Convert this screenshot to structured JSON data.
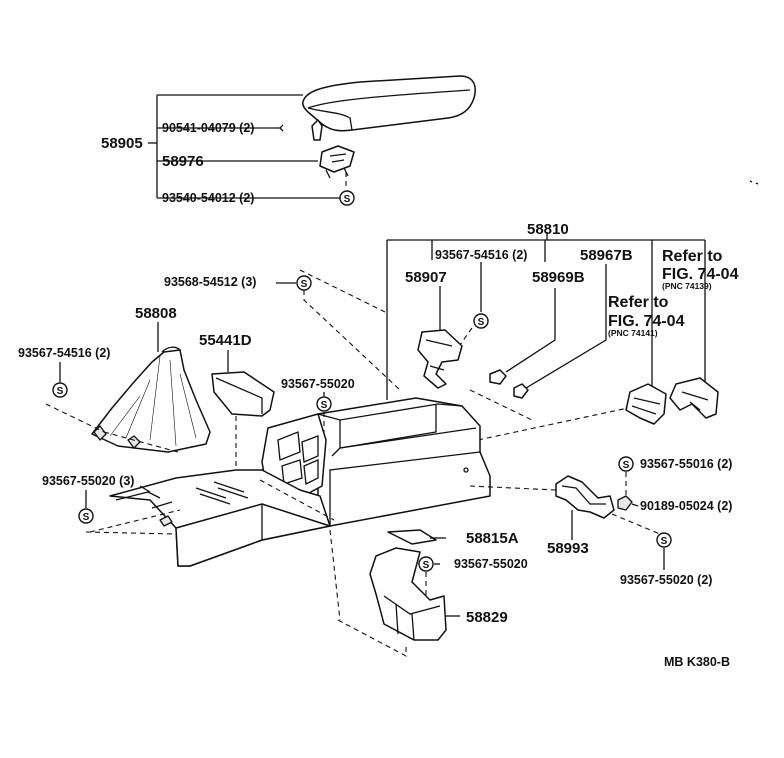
{
  "labels": {
    "p58905": "58905",
    "p90541": "90541-04079 (2)",
    "p58976": "58976",
    "p93540": "93540-54012 (2)",
    "p58810": "58810",
    "p93567_54516_top": "93567-54516 (2)",
    "p58967b": "58967B",
    "p93568": "93568-54512 (3)",
    "p58907": "58907",
    "p58969b": "58969B",
    "p58808": "58808",
    "p55441d": "55441D",
    "p93567_54516_left": "93567-54516 (2)",
    "p93567_55020_mid": "93567-55020",
    "p93567_55020_3": "93567-55020 (3)",
    "p93567_55016": "93567-55016 (2)",
    "p90189": "90189-05024 (2)",
    "p58993": "58993",
    "p93567_55020_right": "93567-55020 (2)",
    "p58815a": "58815A",
    "p93567_55020_low": "93567-55020",
    "p58829": "58829",
    "code": "MB  K380-B"
  },
  "refs": {
    "ref1_line1": "Refer to",
    "ref1_line2": "FIG. 74-04",
    "ref1_pnc": "(PNC 74139)",
    "ref2_line1": "Refer to",
    "ref2_line2": "FIG. 74-04",
    "ref2_pnc": "(PNC 74141)"
  },
  "symbols": {
    "s": "S"
  },
  "colors": {
    "ink": "#111111",
    "paper": "#ffffff"
  }
}
